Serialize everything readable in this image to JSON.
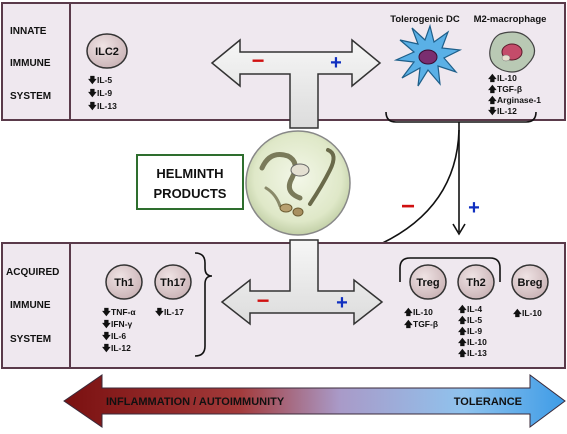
{
  "innate": {
    "label_lines": [
      "INNATE",
      "IMMUNE",
      "SYSTEM"
    ],
    "ilc2": {
      "label": "ILC2",
      "changes": [
        {
          "dir": "down",
          "text": "IL-5"
        },
        {
          "dir": "down",
          "text": "IL-9"
        },
        {
          "dir": "down",
          "text": "IL-13"
        }
      ]
    },
    "tolerogenic_dc": {
      "title": "Tolerogenic DC"
    },
    "m2_macrophage": {
      "title": "M2-macrophage",
      "changes": [
        {
          "dir": "up",
          "text": "IL-10"
        },
        {
          "dir": "up",
          "text": "TGF-β"
        },
        {
          "dir": "up",
          "text": "Arginase-1"
        },
        {
          "dir": "down",
          "text": "IL-12"
        }
      ]
    },
    "minus_sign": "−",
    "plus_sign": "+"
  },
  "helminth": {
    "label_lines": [
      "HELMINTH",
      "PRODUCTS"
    ]
  },
  "middle_signs": {
    "minus": "−",
    "plus": "+"
  },
  "acquired": {
    "label_lines": [
      "ACQUIRED",
      "IMMUNE",
      "SYSTEM"
    ],
    "th1": {
      "label": "Th1",
      "changes": [
        {
          "dir": "down",
          "text": "TNF-α"
        },
        {
          "dir": "down",
          "text": "IFN-γ"
        },
        {
          "dir": "down",
          "text": "IL-6"
        },
        {
          "dir": "down",
          "text": "IL-12"
        }
      ]
    },
    "th17": {
      "label": "Th17",
      "changes": [
        {
          "dir": "down",
          "text": "IL-17"
        }
      ]
    },
    "treg": {
      "label": "Treg",
      "changes": [
        {
          "dir": "up",
          "text": "IL-10"
        },
        {
          "dir": "up",
          "text": "TGF-β"
        }
      ]
    },
    "th2": {
      "label": "Th2",
      "changes": [
        {
          "dir": "up",
          "text": "IL-4"
        },
        {
          "dir": "up",
          "text": "IL-5"
        },
        {
          "dir": "up",
          "text": "IL-9"
        },
        {
          "dir": "up",
          "text": "IL-10"
        },
        {
          "dir": "up",
          "text": "IL-13"
        }
      ]
    },
    "breg": {
      "label": "Breg",
      "changes": [
        {
          "dir": "up",
          "text": "IL-10"
        }
      ]
    },
    "minus_sign": "−",
    "plus_sign": "+"
  },
  "spectrum": {
    "left_label": "INFLAMMATION / AUTOIMMUNITY",
    "right_label": "TOLERANCE"
  },
  "colors": {
    "panel_fill": "#efe8ef",
    "panel_border": "#5a3a4a",
    "cell_fill": "#d9c6c8",
    "cell_border": "#3a3a3a",
    "minus": "#d01010",
    "plus": "#1030c0",
    "helminth_border": "#2e6e2e",
    "spectrum_red": "#8c1a1a",
    "spectrum_blue": "#5aa8e8"
  }
}
